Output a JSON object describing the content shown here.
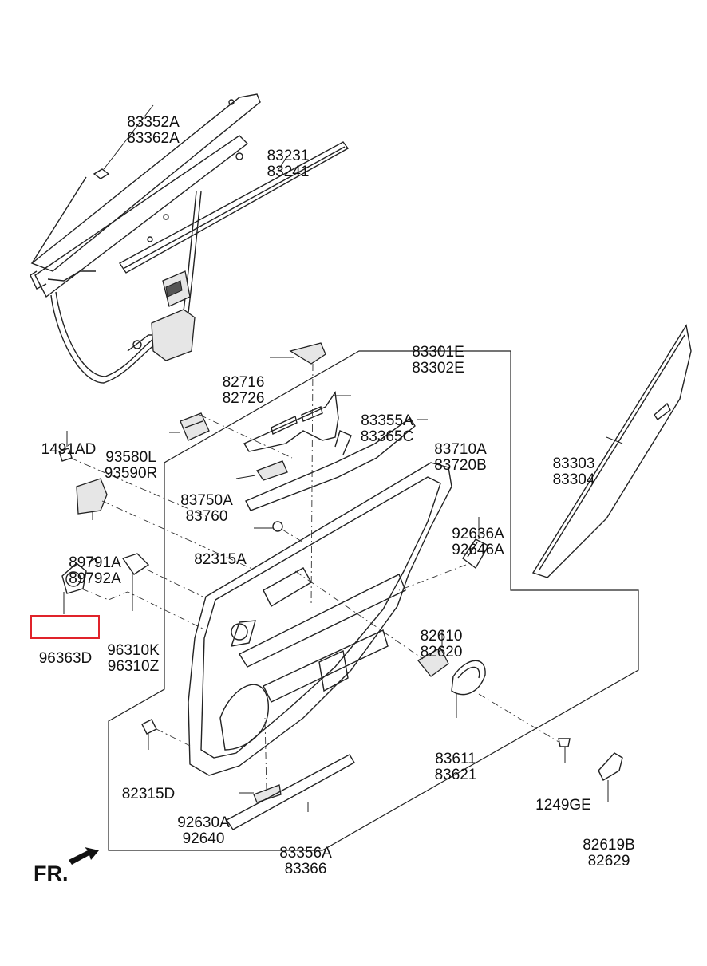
{
  "labels": {
    "l83352": [
      "83352A",
      "83362A"
    ],
    "l83231": [
      "83231",
      "83241"
    ],
    "l83301": [
      "83301E",
      "83302E"
    ],
    "l82716": [
      "82716",
      "82726"
    ],
    "l83355": [
      "83355A",
      "83365C"
    ],
    "l83710": [
      "83710A",
      "83720B"
    ],
    "l1491": [
      "1491AD"
    ],
    "l93580": [
      "93580L",
      "93590R"
    ],
    "l83750": [
      "83750A",
      "83760"
    ],
    "l83303": [
      "83303",
      "83304"
    ],
    "l92636": [
      "92636A",
      "92646A"
    ],
    "l89791": [
      "89791A",
      "89792A"
    ],
    "l82315a": [
      "82315A"
    ],
    "l96363": [
      "96363D"
    ],
    "l96310": [
      "96310K",
      "96310Z"
    ],
    "l82610": [
      "82610",
      "82620"
    ],
    "l83611": [
      "83611",
      "83621"
    ],
    "l82315d": [
      "82315D"
    ],
    "l1249": [
      "1249GE"
    ],
    "l92630": [
      "92630A",
      "92640"
    ],
    "l83356": [
      "83356A",
      "83366"
    ],
    "l82619": [
      "82619B",
      "82629"
    ]
  },
  "direction": "FR.",
  "highlighted_part": "96363D",
  "colors": {
    "highlight": "#e0232a",
    "line": "#222222"
  }
}
